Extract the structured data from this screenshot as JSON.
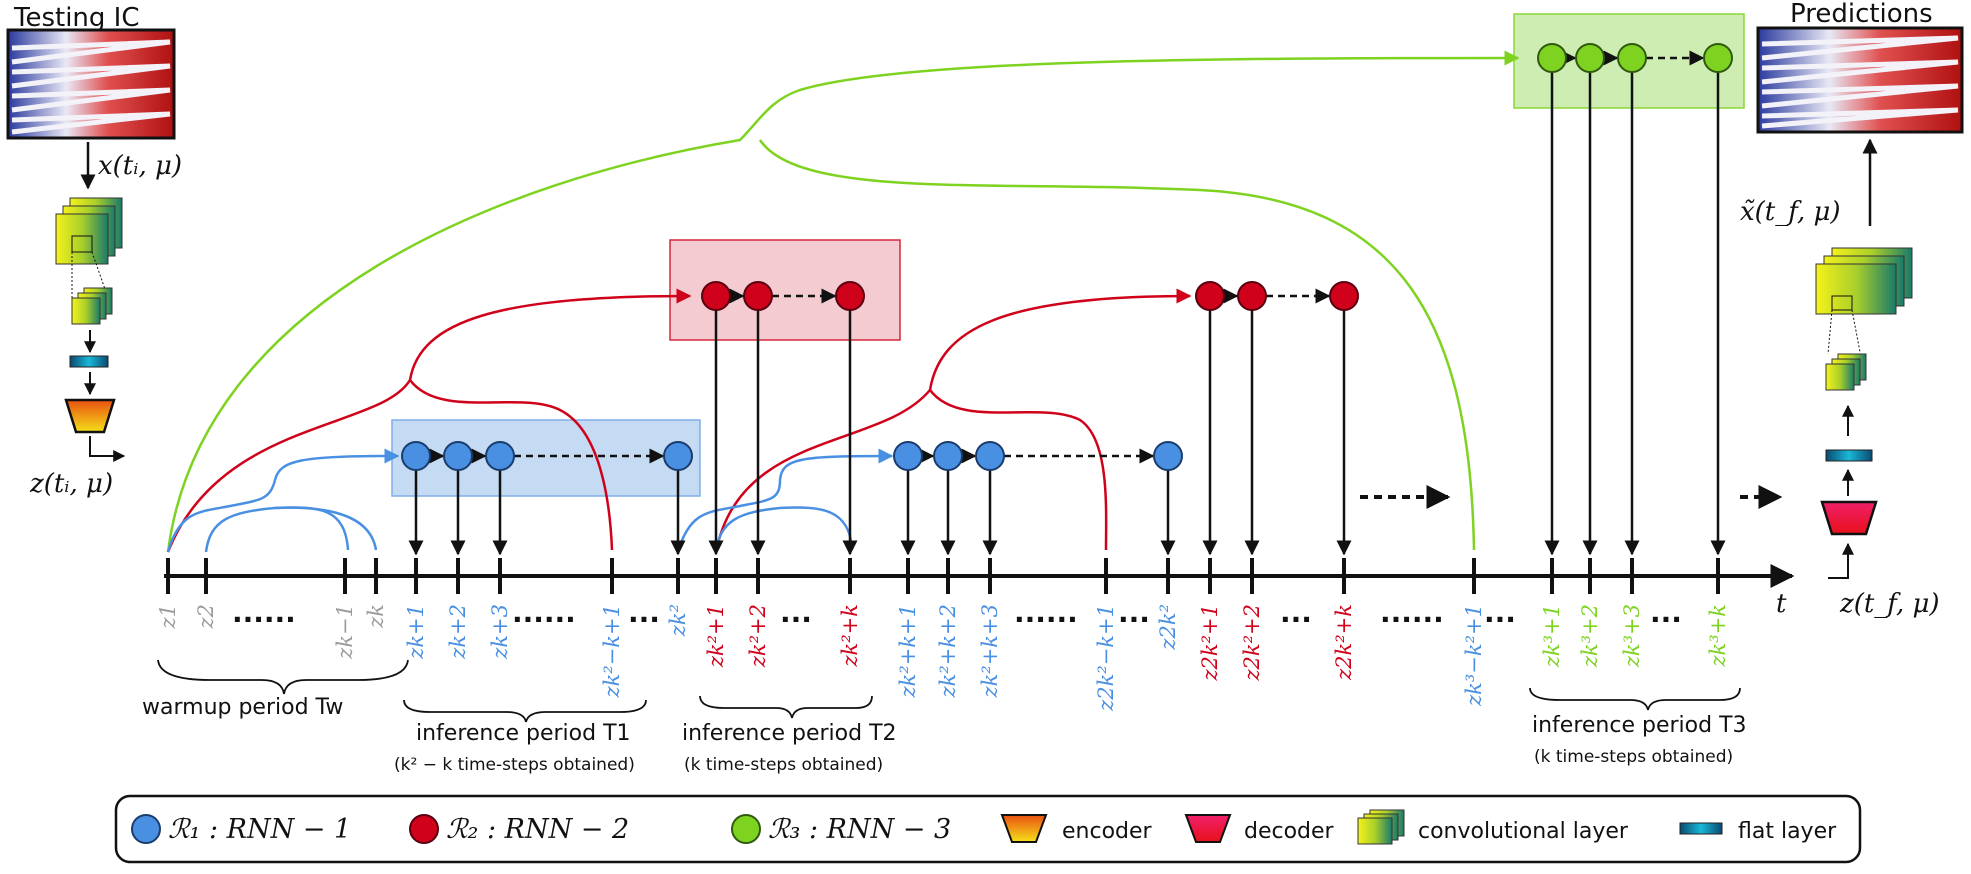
{
  "titles": {
    "testing_ic": "Testing IC",
    "predictions": "Predictions"
  },
  "colors": {
    "rnn1": "#4a90e2",
    "rnn2": "#d0021b",
    "rnn3": "#7ed321",
    "warm_gray": "#9b9b9b"
  },
  "formulas": {
    "input": "x(tᵢ, μ)",
    "output": "x̃(t_f, μ)",
    "z_start": "z(tᵢ, μ)",
    "z_end": "z(t_f, μ)",
    "t_axis": "t"
  },
  "tick_labels": {
    "warmup": [
      "z1",
      "z2",
      "zk−1",
      "zk"
    ],
    "rnn1_out_1": [
      "zk+1",
      "zk+2",
      "zk+3",
      "zk²−k+1",
      "zk²"
    ],
    "rnn2_out_1": [
      "zk²+1",
      "zk²+2",
      "zk²+k"
    ],
    "rnn1_out_2": [
      "zk²+k+1",
      "zk²+k+2",
      "zk²+k+3",
      "z2k²−k+1",
      "z2k²"
    ],
    "rnn2_out_2": [
      "z2k²+1",
      "z2k²+2",
      "z2k²+k"
    ],
    "rnn1_out_3": [
      "zk³−k²+1"
    ],
    "rnn3_out": [
      "zk³+1",
      "zk³+2",
      "zk³+3",
      "zk³+k"
    ]
  },
  "periods": {
    "warmup": "warmup period Tw",
    "t1": "inference period T1",
    "t1_note": "(k² − k time-steps obtained)",
    "t2": "inference period T2",
    "t2_note": "(k time-steps obtained)",
    "t3": "inference period T3",
    "t3_note": "(k time-steps obtained)"
  },
  "legend": {
    "r1": "ℛ₁ : RNN − 1",
    "r2": "ℛ₂ : RNN − 2",
    "r3": "ℛ₃ : RNN − 3",
    "encoder": "encoder",
    "decoder": "decoder",
    "conv": "convolutional layer",
    "flat": "flat layer"
  }
}
